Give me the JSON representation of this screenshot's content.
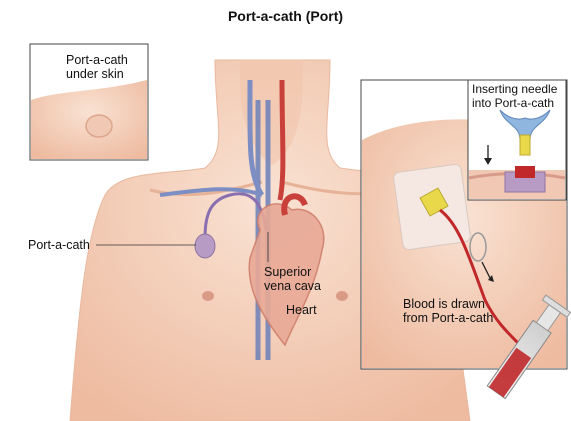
{
  "title": "Port-a-cath (Port)",
  "labels": {
    "inset_skin": "Port-a-cath\nunder skin",
    "port": "Port-a-cath",
    "svc": "Superior\nvena cava",
    "heart": "Heart",
    "inset_needle": "Inserting needle\ninto Port-a-cath",
    "blood": "Blood is drawn\nfrom Port-a-cath"
  },
  "colors": {
    "skin": "#f3cfb8",
    "skin_shadow": "#e3ae93",
    "vein": "#6a7fb8",
    "artery": "#c9403b",
    "port_body": "#b89bc4",
    "needle_hub": "#e8d84a",
    "blood": "#c0282a"
  }
}
